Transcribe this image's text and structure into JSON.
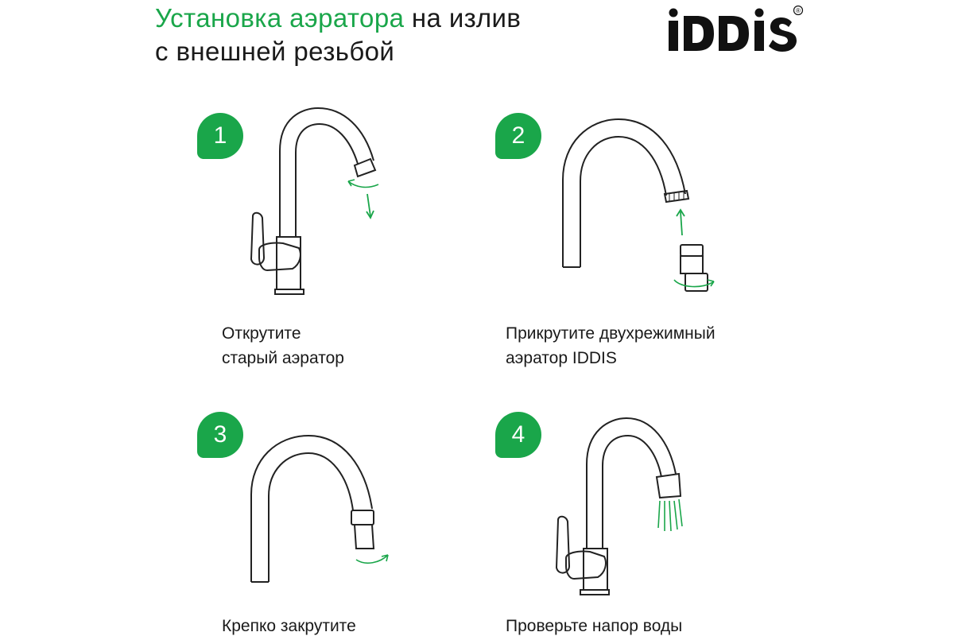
{
  "header": {
    "title_highlight": "Установка аэратора",
    "title_rest": " на излив",
    "title_line2": "с внешней резьбой"
  },
  "brand": {
    "logo_text": "IDDIS",
    "registered_mark": "®"
  },
  "steps": [
    {
      "number": "1",
      "line1": "Открутите",
      "line2": "старый аэратор"
    },
    {
      "number": "2",
      "line1": "Прикрутите двухрежимный",
      "line2": "аэратор IDDIS"
    },
    {
      "number": "3",
      "line1": "Крепко закрутите",
      "line2": ""
    },
    {
      "number": "4",
      "line1": "Проверьте напор воды",
      "line2": ""
    }
  ],
  "colors": {
    "accent": "#1aa64a",
    "line": "#222222",
    "text": "#1a1a1a",
    "background": "#ffffff"
  }
}
